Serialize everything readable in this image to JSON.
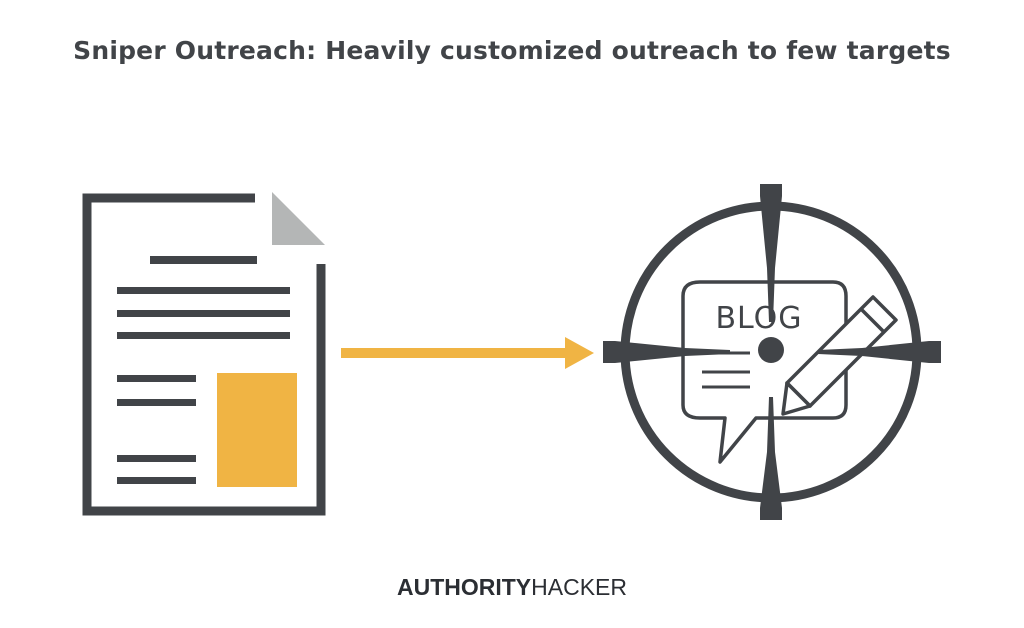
{
  "title": "Sniper Outreach: Heavily customized outreach to few targets",
  "target": {
    "label": "BLOG"
  },
  "brand": {
    "bold_part": "AUTHORITY",
    "light_part": "HACKER"
  },
  "colors": {
    "dark": "#414448",
    "accent": "#f0b444",
    "fold": "#b4b6b6",
    "background": "#ffffff"
  },
  "icons": [
    "document-icon",
    "arrow-icon",
    "crosshair-icon",
    "speech-bubble-icon",
    "pencil-icon"
  ]
}
